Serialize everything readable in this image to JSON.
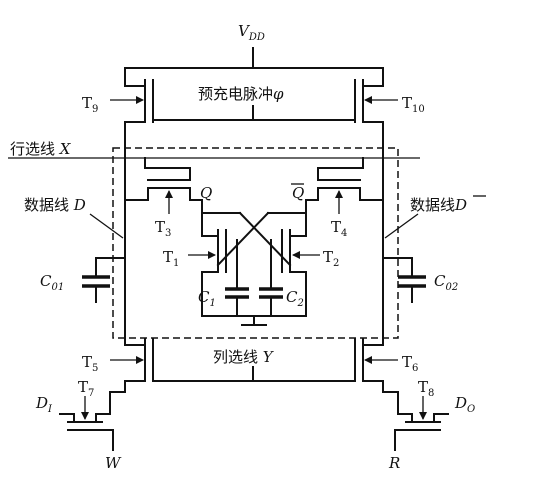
{
  "labels": {
    "vdd_main": "V",
    "vdd_sub": "DD",
    "precharge": "预充电脉冲",
    "phi": "φ",
    "t9_main": "T",
    "t9_sub": "9",
    "t10_main": "T",
    "t10_sub": "10",
    "row_select": "行选线 ",
    "row_var": "X",
    "data_line": "数据线 ",
    "data_var": "D",
    "data_line_bar": "数据线",
    "data_var_bar": "D",
    "q": "Q",
    "q_bar": "Q",
    "t3_main": "T",
    "t3_sub": "3",
    "t4_main": "T",
    "t4_sub": "4",
    "t1_main": "T",
    "t1_sub": "1",
    "t2_main": "T",
    "t2_sub": "2",
    "c1_main": "C",
    "c1_sub": "1",
    "c2_main": "C",
    "c2_sub": "2",
    "c01_main": "C",
    "c01_sub": "01",
    "c02_main": "C",
    "c02_sub": "02",
    "t5_main": "T",
    "t5_sub": "5",
    "t6_main": "T",
    "t6_sub": "6",
    "col_select": "列选线 ",
    "col_var": "Y",
    "t7_main": "T",
    "t7_sub": "7",
    "t8_main": "T",
    "t8_sub": "8",
    "di_main": "D",
    "di_sub": "I",
    "do_main": "D",
    "do_sub": "O",
    "w": "W",
    "r": "R"
  }
}
